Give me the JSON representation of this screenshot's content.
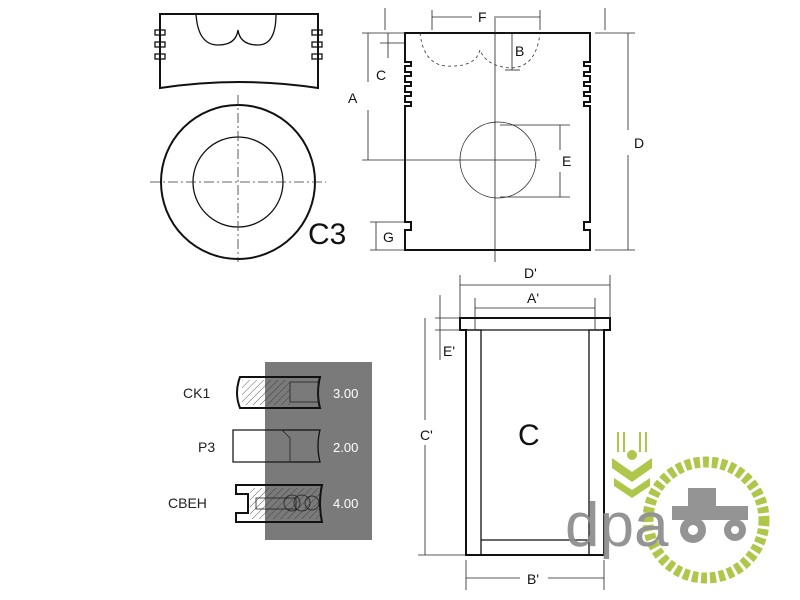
{
  "piston": {
    "model_label": "C3",
    "dimensions": {
      "F": "F",
      "B": "B",
      "C": "C",
      "A": "A",
      "D": "D",
      "E": "E",
      "G": "G"
    }
  },
  "liner": {
    "model_label": "C",
    "dimensions": {
      "D_prime": "D'",
      "A_prime": "A'",
      "E_prime": "E'",
      "C_prime": "C'",
      "B_prime": "B'"
    }
  },
  "rings": [
    {
      "name": "CK1",
      "value": "3.00"
    },
    {
      "name": "P3",
      "value": "2.00"
    },
    {
      "name": "CBEH",
      "value": "4.00"
    }
  ],
  "logo": {
    "text": "dpa",
    "green": "#a8c23a",
    "gray": "#8c8c8c"
  },
  "colors": {
    "ring_panel": "#7a7a7a"
  }
}
